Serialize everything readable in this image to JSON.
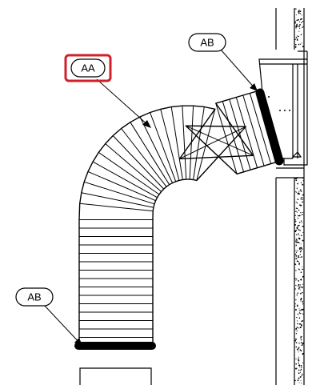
{
  "callouts": {
    "aa": {
      "text": "AA",
      "highlighted": true,
      "highlight_color": "#d0202a"
    },
    "ab_top": {
      "text": "AB"
    },
    "ab_bottom": {
      "text": "AB"
    }
  },
  "colors": {
    "line": "#000000",
    "clamp": "#000000",
    "background": "#ffffff"
  }
}
